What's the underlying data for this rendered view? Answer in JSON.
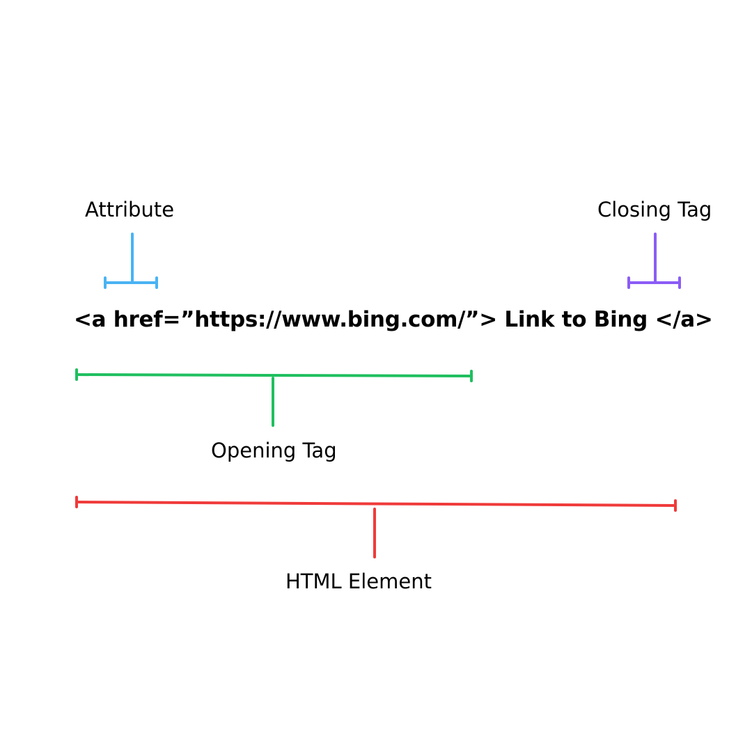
{
  "labels": {
    "attribute": "Attribute",
    "closing_tag": "Closing Tag",
    "opening_tag": "Opening Tag",
    "html_element": "HTML Element"
  },
  "code": {
    "text": "<a href=”https://www.bing.com/”> Link to Bing </a>"
  },
  "colors": {
    "attribute": "#4ab3f4",
    "closing_tag": "#8b5cf6",
    "opening_tag": "#1fbf5f",
    "html_element": "#f03a3a",
    "text": "#000000",
    "background": "#ffffff"
  }
}
